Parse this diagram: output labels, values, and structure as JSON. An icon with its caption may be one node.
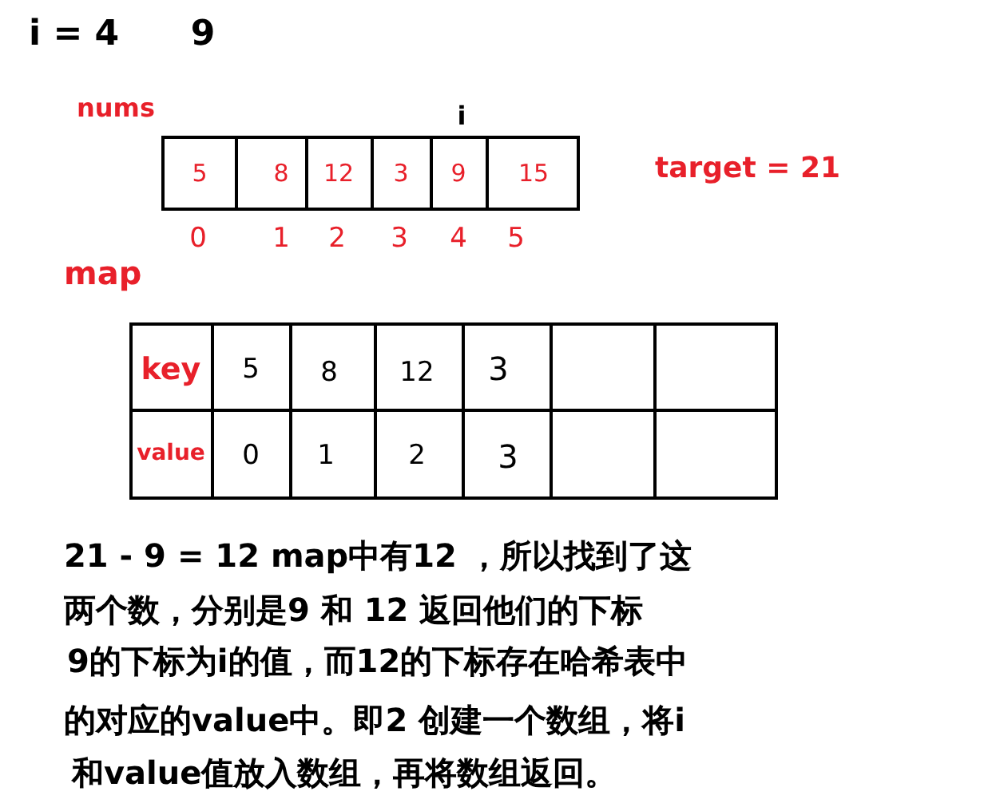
{
  "diagram": {
    "labels": [
      "i = 4",
      "9",
      "nums",
      "i",
      "5",
      "8",
      "12",
      "3",
      "9",
      "15",
      "target = 21",
      "0",
      "1",
      "2",
      "3",
      "4",
      "5",
      "map",
      "key",
      "5",
      "8",
      "12",
      "3",
      "value",
      "0",
      "1",
      "2",
      "3",
      "21 - 9 = 12 map中有12 ，所以找到了这",
      "两个数，分别是9 和 12 返回他们的下标",
      "9的下标为i的值，而12的下标存在哈希表中",
      "的对应的value中。即2 创建一个数组，将i",
      "和value值放入数组，再将数组返回。"
    ]
  }
}
